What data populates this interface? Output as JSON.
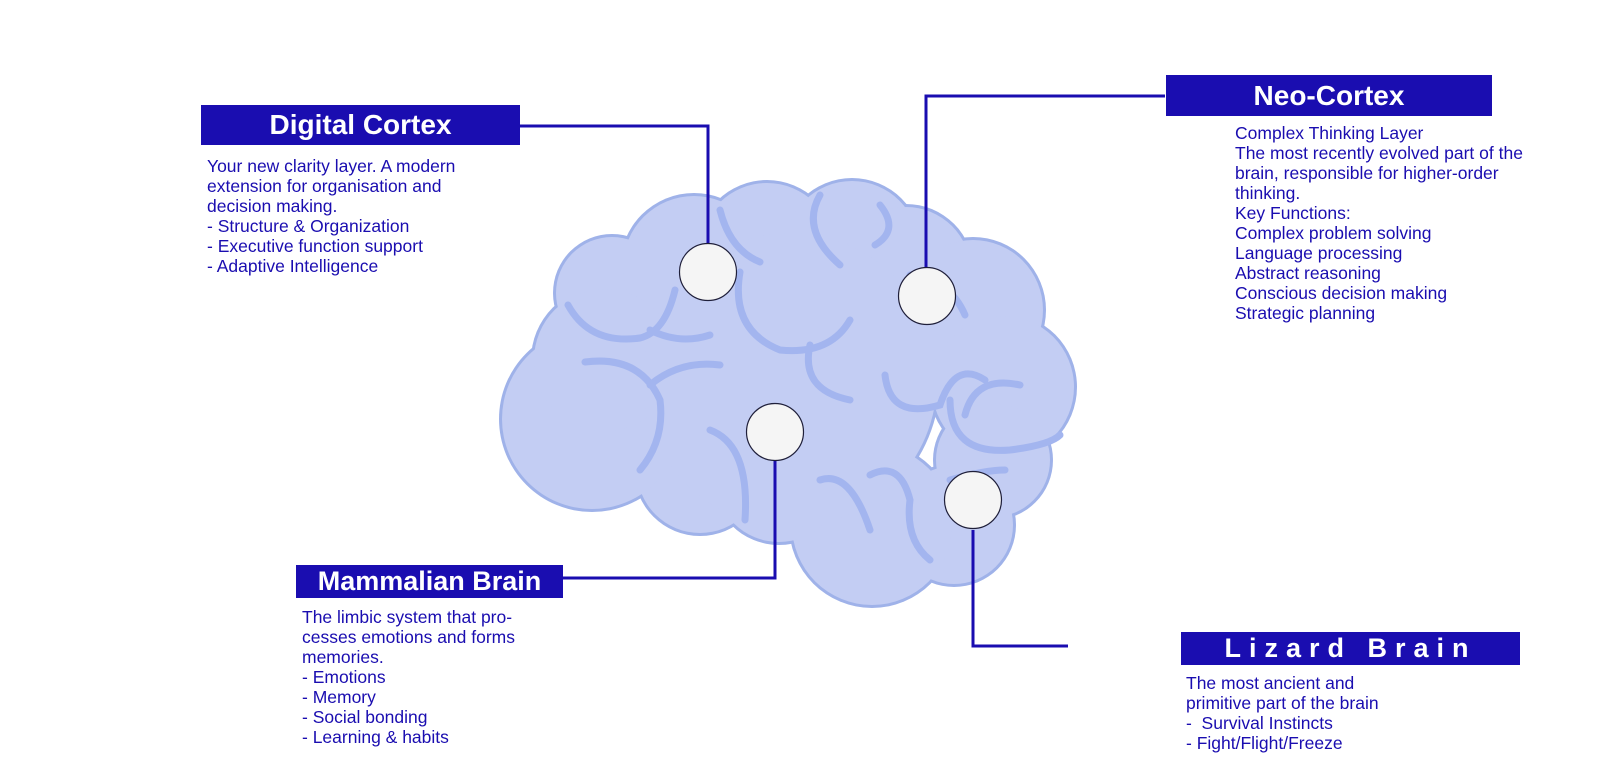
{
  "colors": {
    "accent": "#1a0db0",
    "brain_fill": "#c3cdf3",
    "brain_outline": "#9fb2e9",
    "brain_folds": "#a3b5ef",
    "marker_fill": "#f5f5f5",
    "marker_stroke": "#1f1f3a",
    "background": "#ffffff"
  },
  "sections": {
    "digital_cortex": {
      "title": "Digital Cortex",
      "lines": [
        "Your new clarity layer. A modern",
        "extension for organisation and",
        "decision making.",
        "- Structure & Organization",
        "- Executive function support",
        "- Adaptive Intelligence"
      ]
    },
    "neo_cortex": {
      "title": "Neo-Cortex",
      "lines": [
        "Complex Thinking Layer",
        "The most recently evolved part of the",
        "brain, responsible for higher-order",
        "thinking.",
        "Key Functions:",
        "Complex problem solving",
        "Language processing",
        "Abstract reasoning",
        "Conscious decision making",
        "Strategic planning"
      ]
    },
    "mammalian_brain": {
      "title": "Mammalian Brain",
      "lines": [
        "The limbic system that pro-",
        "cesses emotions and forms",
        "memories.",
        "- Emotions",
        "- Memory",
        "- Social bonding",
        "- Learning & habits"
      ]
    },
    "lizard_brain": {
      "title": "Lizard Brain",
      "lines": [
        "The most ancient and",
        "primitive part of the brain",
        "-  Survival Instincts",
        "- Fight/Flight/Freeze"
      ]
    }
  }
}
